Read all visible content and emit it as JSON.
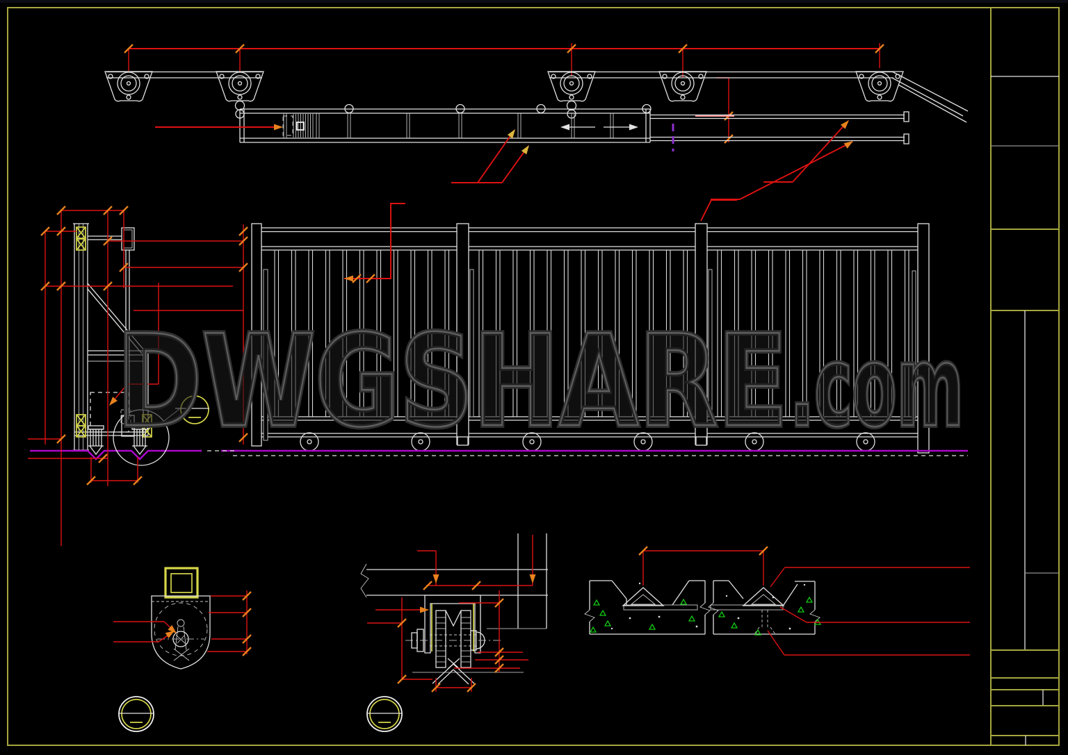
{
  "watermark": {
    "text": "DWGSHARE",
    "suffix": ".com"
  },
  "colors": {
    "background": "#000000",
    "sheet_border_yellow": "#a6a63f",
    "drawing_white": "#e2e2e2",
    "dimension_red": "#de1212",
    "tick_orange": "#e8821e",
    "leader_gold": "#dcb63e",
    "steel_hatch_yellow": "#d6d64a",
    "track_magenta": "#ab07c9",
    "centerline_violet": "#8f2fd0",
    "concrete_green": "#14c914",
    "watermark_gray": "#5e5e5e"
  },
  "sheet": {
    "views": {
      "top": "plan-of-sliding-gate-track",
      "left": "gate-side-section",
      "center": "gate-elevation",
      "bottom_left": "guide-roller-detail",
      "bottom_center": "v-groove-wheel-detail",
      "bottom_right": "embedded-rail-section-details"
    },
    "callout_balloons": 3,
    "dimension_text_visible": false
  }
}
